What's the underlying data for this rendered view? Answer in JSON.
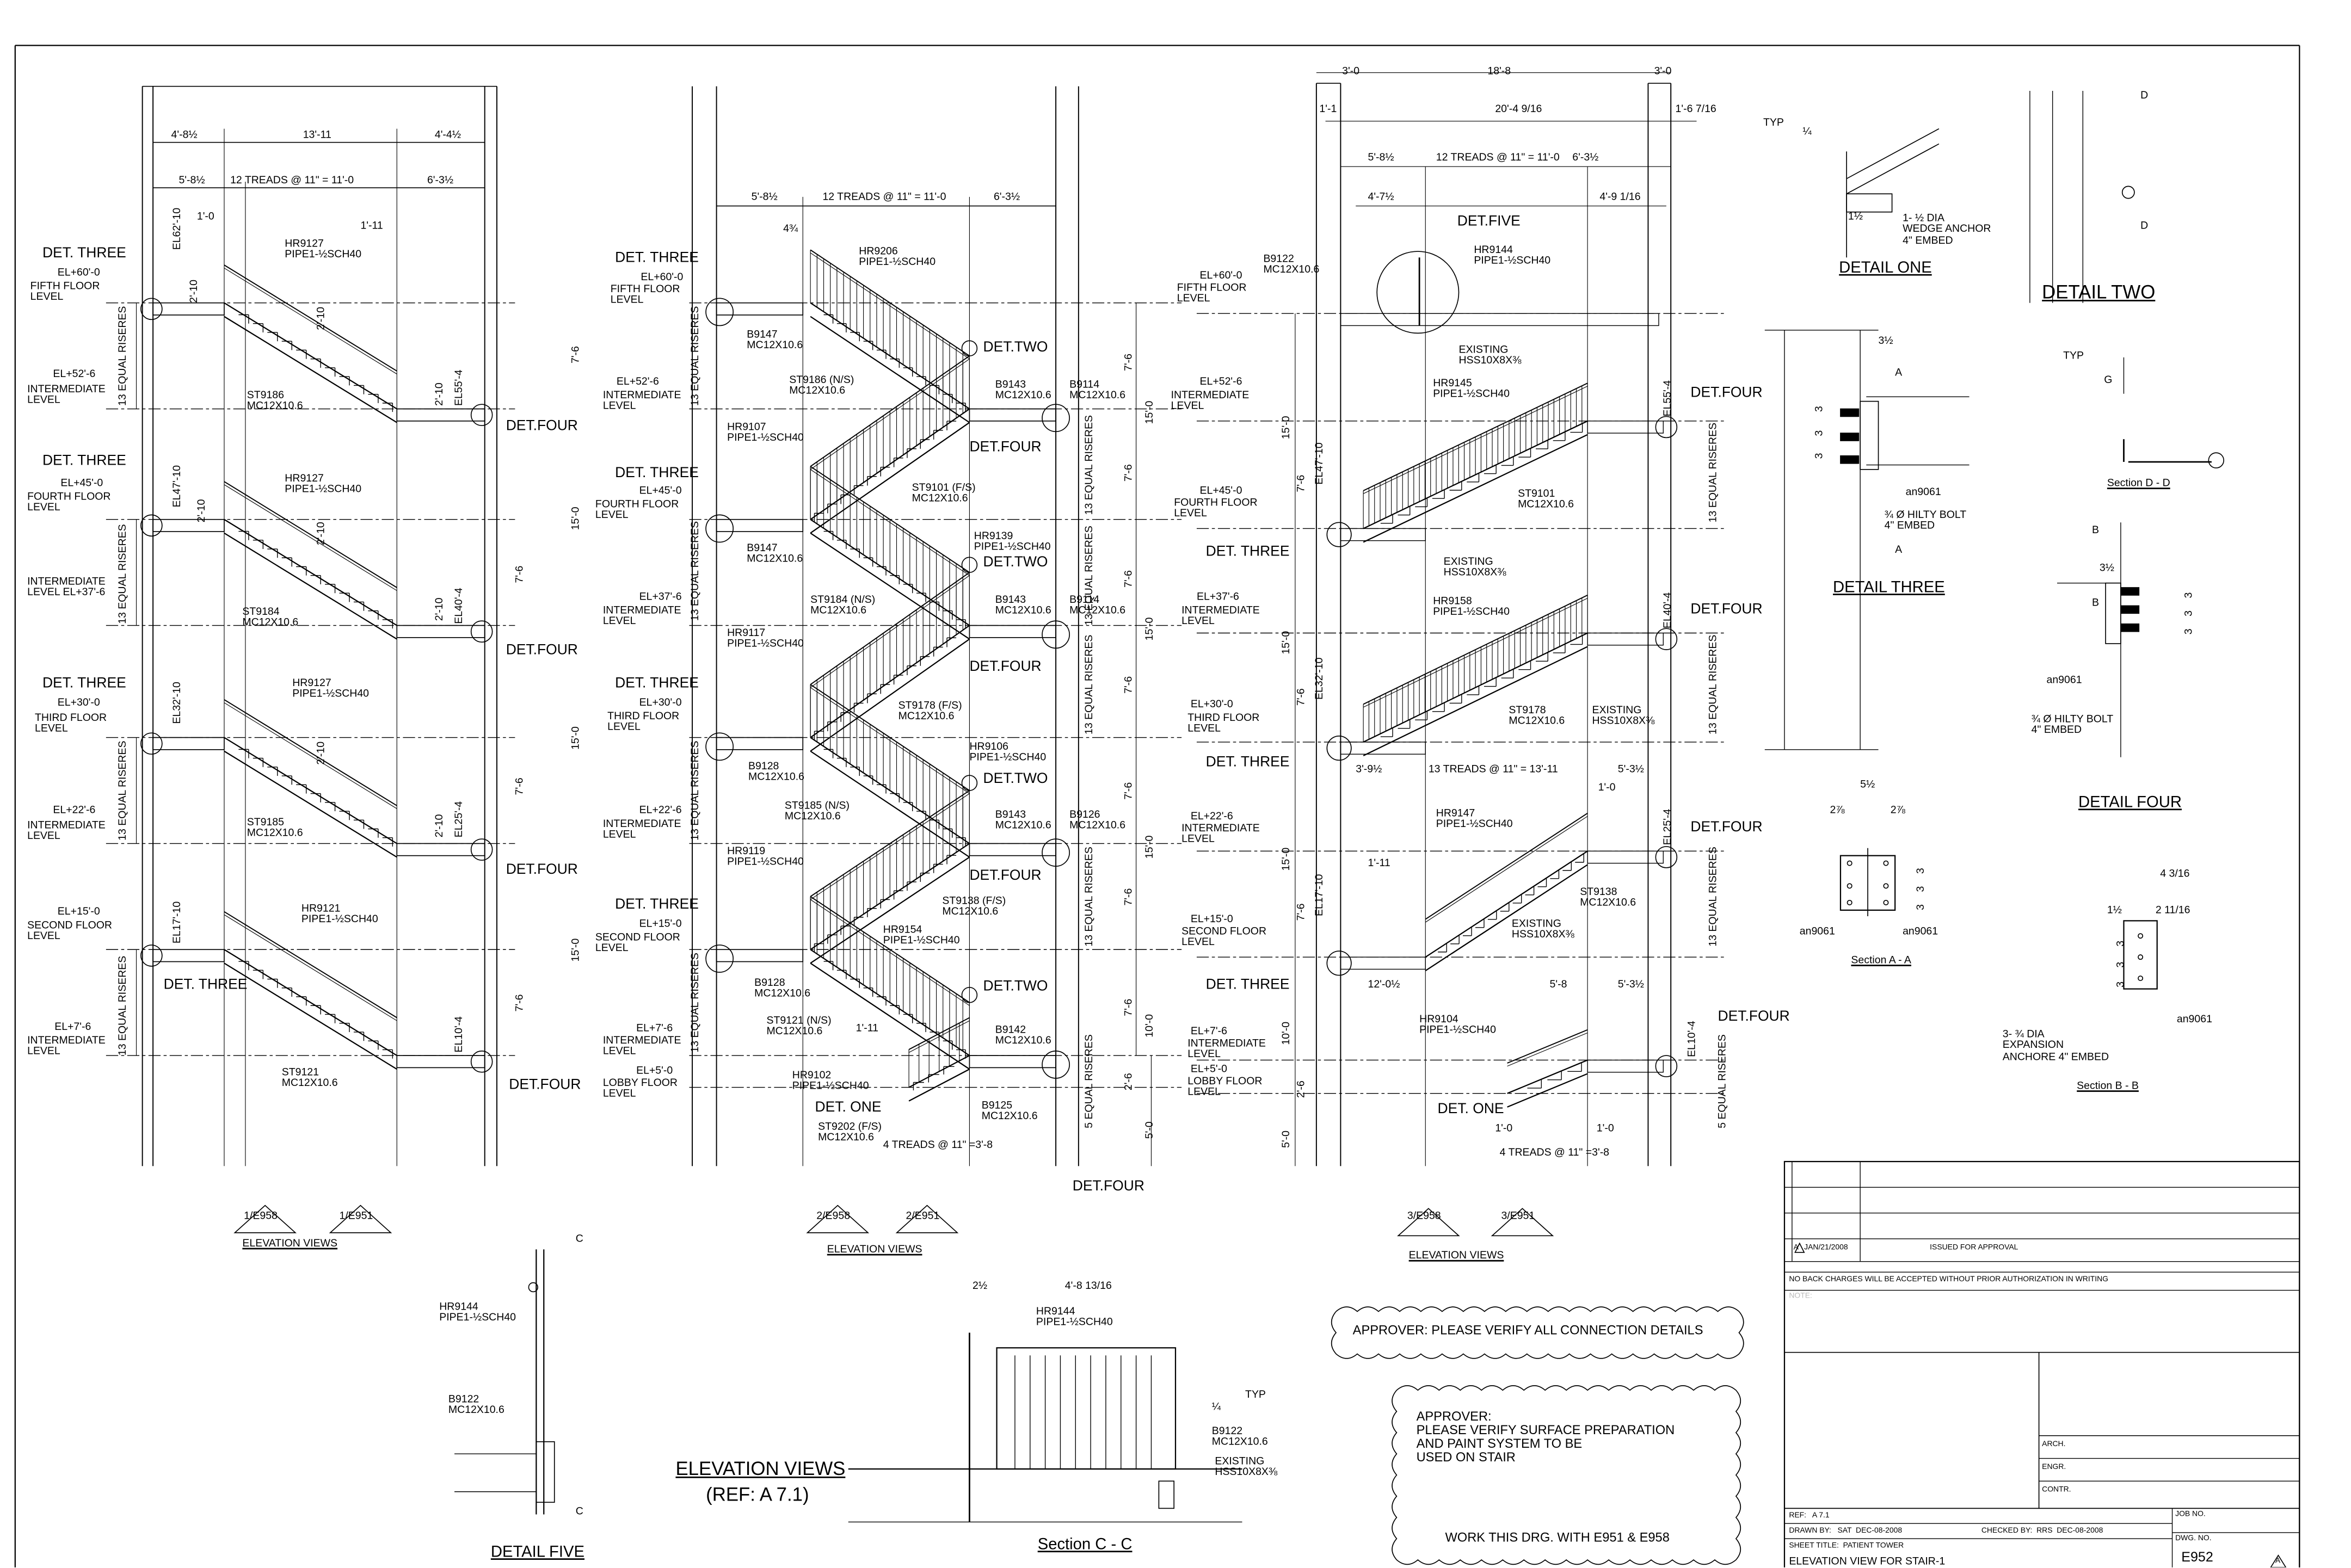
{
  "left_elevation": {
    "title": "ELEVATION VIEWS",
    "refs": [
      "1/E958",
      "1/E951"
    ],
    "labels": [
      "4'-8½",
      "13'-11",
      "4'-4½",
      "5'-8½",
      "12 TREADS @ 11\" = 11'-0",
      "6'-3½",
      "1'-0",
      "1'-11",
      "EL+60'-0",
      "FIFTH FLOOR\nLEVEL",
      "EL+52'-6",
      "INTERMEDIATE\nLEVEL",
      "EL+45'-0",
      "FOURTH FLOOR\nLEVEL",
      "INTERMEDIATE\nLEVEL EL+37'-6",
      "EL+30'-0",
      "THIRD FLOOR\nLEVEL",
      "EL+22'-6",
      "INTERMEDIATE\nLEVEL",
      "EL+15'-0",
      "SECOND FLOOR\nLEVEL",
      "EL+7'-6",
      "INTERMEDIATE\nLEVEL",
      "DET. THREE",
      "DET. THREE",
      "DET. THREE",
      "DET. THREE",
      "DET.FOUR",
      "DET.FOUR",
      "DET.FOUR",
      "DET.FOUR",
      "HR9127\nPIPE1-½SCH40",
      "HR9127\nPIPE1-½SCH40",
      "HR9127\nPIPE1-½SCH40",
      "HR9121\nPIPE1-½SCH40",
      "ST9186\nMC12X10.6",
      "ST9184\nMC12X10.6",
      "ST9185\nMC12X10.6",
      "ST9121\nMC12X10.6",
      "EL62'-10",
      "EL55'-4",
      "EL47'-10",
      "EL40'-4",
      "EL32'-10",
      "EL25'-4",
      "EL17'-10",
      "EL10'-4",
      "13 EQUAL RISERES",
      "13 EQUAL RISERES",
      "13 EQUAL RISERES",
      "13 EQUAL RISERES",
      "7'-6",
      "15'-0",
      "7'-6",
      "15'-0",
      "7'-6",
      "15'-0",
      "7'-6",
      "2'-10",
      "2'-10",
      "2'-10",
      "2'-10",
      "2'-10",
      "2'-10",
      "2'-10",
      "2'-10"
    ]
  },
  "middle_elevation": {
    "title": "ELEVATION VIEWS",
    "refs": [
      "2/E958",
      "2/E951"
    ],
    "labels": [
      "5'-8½",
      "12 TREADS @ 11\" = 11'-0",
      "6'-3½",
      "4¾",
      "EL+60'-0",
      "FIFTH FLOOR\nLEVEL",
      "EL+52'-6",
      "INTERMEDIATE\nLEVEL",
      "EL+45'-0",
      "FOURTH FLOOR\nLEVEL",
      "EL+37'-6",
      "INTERMEDIATE\nLEVEL",
      "EL+30'-0",
      "THIRD FLOOR\nLEVEL",
      "EL+22'-6",
      "INTERMEDIATE\nLEVEL",
      "EL+15'-0",
      "SECOND FLOOR\nLEVEL",
      "EL+7'-6",
      "INTERMEDIATE\nLEVEL",
      "EL+5'-0",
      "LOBBY FLOOR\nLEVEL",
      "DET. THREE",
      "DET. THREE",
      "DET. THREE",
      "DET. THREE",
      "DET.TWO",
      "DET.TWO",
      "DET.TWO",
      "DET.TWO",
      "DET.FOUR",
      "DET.FOUR",
      "DET.FOUR",
      "DET.FOUR",
      "DET. ONE",
      "B9147\nMC12X10.6",
      "B9147\nMC12X10.6",
      "B9128\nMC12X10.6",
      "B9128\nMC12X10.6",
      "B9143\nMC12X10.6",
      "B9143\nMC12X10.6",
      "B9143\nMC12X10.6",
      "B9142\nMC12X10.6",
      "B9114\nMC12X10.6",
      "B9114\nMC12X10.6",
      "B9126\nMC12X10.6",
      "B9125\nMC12X10.6",
      "HR9206\nPIPE1-½SCH40",
      "HR9107\nPIPE1-½SCH40",
      "HR9139\nPIPE1-½SCH40",
      "HR9117\nPIPE1-½SCH40",
      "HR9106\nPIPE1-½SCH40",
      "HR9119\nPIPE1-½SCH40",
      "HR9154\nPIPE1-½SCH40",
      "HR9102\nPIPE1-½SCH40",
      "ST9186 (N/S)\nMC12X10.6",
      "ST9101 (F/S)\nMC12X10.6",
      "ST9184 (N/S)\nMC12X10.6",
      "ST9178 (F/S)\nMC12X10.6",
      "ST9185 (N/S)\nMC12X10.6",
      "ST9138 (F/S)\nMC12X10.6",
      "ST9121 (N/S)\nMC12X10.6",
      "ST9202 (F/S)\nMC12X10.6",
      "1'-11",
      "4 TREADS @ 11\" =3'-8",
      "13 EQUAL RISERES",
      "13 EQUAL RISERES",
      "13 EQUAL RISERES",
      "13 EQUAL RISERES",
      "13 EQUAL RISERES",
      "13 EQUAL RISERES",
      "13 EQUAL RISERES",
      "13 EQUAL RISERES",
      "5 EQUAL RISERES",
      "7'-6",
      "15'-0",
      "7'-6",
      "7'-6",
      "15'-0",
      "7'-6",
      "7'-6",
      "15'-0",
      "7'-6",
      "7'-6",
      "10'-0",
      "2'-6",
      "5'-0"
    ]
  },
  "right_elevation": {
    "title": "ELEVATION VIEWS",
    "refs": [
      "3/E958",
      "3/E951"
    ],
    "labels": [
      "3'-0",
      "18'-8",
      "3'-0",
      "1'-1",
      "20'-4 9/16",
      "1'-6 7/16",
      "5'-8½",
      "12 TREADS @ 11\" = 11'-0",
      "6'-3½",
      "4'-7½",
      "4'-9 1/16",
      "DET.FIVE",
      "HR9144\nPIPE1-½SCH40",
      "B9122\nMC12X10.6",
      "EXISTING\nHSS10X8X⅜",
      "HR9145\nPIPE1-½SCH40",
      "DET.FOUR",
      "DET.FOUR",
      "DET.FOUR",
      "DET.FOUR",
      "ST9101\nMC12X10.6",
      "DET. THREE",
      "DET. THREE",
      "DET. THREE",
      "EXISTING\nHSS10X8X⅜",
      "HR9158\nPIPE1-½SCH40",
      "ST9178\nMC12X10.6",
      "EXISTING\nHSS10X8X⅜",
      "3'-9½",
      "13 TREADS @ 11\" = 13'-11",
      "5'-3½",
      "1'-0",
      "HR9147\nPIPE1-½SCH40",
      "1'-11",
      "ST9138\nMC12X10.6",
      "EXISTING\nHSS10X8X⅜",
      "12'-0½",
      "5'-8",
      "5'-3½",
      "HR9104\nPIPE1-½SCH40",
      "DET. ONE",
      "1'-0",
      "1'-0",
      "4 TREADS @ 11\" =3'-8",
      "EL+60'-0",
      "FIFTH FLOOR\nLEVEL",
      "EL+52'-6",
      "INTERMEDIATE\nLEVEL",
      "EL+45'-0",
      "FOURTH FLOOR\nLEVEL",
      "EL+37'-6",
      "INTERMEDIATE\nLEVEL",
      "EL+30'-0",
      "THIRD FLOOR\nLEVEL",
      "EL+22'-6",
      "INTERMEDIATE\nLEVEL",
      "EL+15'-0",
      "SECOND FLOOR\nLEVEL",
      "EL+7'-6",
      "INTERMEDIATE\nLEVEL",
      "EL+5'-0",
      "LOBBY FLOOR\nLEVEL",
      "EL55'-4",
      "EL47'-10",
      "EL40'-4",
      "EL32'-10",
      "EL25'-4",
      "EL17'-10",
      "EL10'-4",
      "13 EQUAL RISERES",
      "13 EQUAL RISERES",
      "13 EQUAL RISERES",
      "5 EQUAL RISERES",
      "15'-0",
      "7'-6",
      "15'-0",
      "7'-6",
      "15'-0",
      "7'-6",
      "10'-0",
      "2'-6",
      "5'-0"
    ]
  },
  "details": {
    "labels": [
      "TYP",
      "¼",
      "1½",
      "1- ½ DIA\nWEDGE ANCHOR\n4\" EMBED",
      "DETAIL ONE",
      "D",
      "D",
      "DETAIL TWO",
      "3½",
      "A",
      "A",
      "3",
      "3",
      "3",
      "an9061",
      "¾ Ø HILTY BOLT\n4\" EMBED",
      "DETAIL THREE",
      "TYP",
      "G",
      "Section D - D",
      "B",
      "B",
      "3½",
      "3",
      "3",
      "3",
      "an9061",
      "¾ Ø HILTY BOLT\n4\" EMBED",
      "DETAIL FOUR",
      "5½",
      "2⅞",
      "2⅞",
      "3",
      "3",
      "3",
      "an9061",
      "an9061",
      "Section A - A",
      "4 3/16",
      "1½",
      "2 11/16",
      "3",
      "3",
      "3",
      "an9061",
      "3- ¾ DIA\nEXPANSION\nANCHORE 4\" EMBED",
      "Section B - B"
    ]
  },
  "bottom": {
    "labels": [
      "HR9144\nPIPE1-½SCH40",
      "B9122\nMC12X10.6",
      "C",
      "C",
      "DETAIL FIVE",
      "ELEVATION VIEWS",
      "(REF: A 7.1)",
      "2½",
      "4'-8 13/16",
      "HR9144\nPIPE1-½SCH40",
      "TYP",
      "¼",
      "B9122\nMC12X10.6",
      "EXISTING\nHSS10X8X⅜",
      "Section C - C"
    ]
  },
  "notes": {
    "connection": "APPROVER: PLEASE VERIFY ALL CONNECTION DETAILS",
    "surface": "APPROVER:\nPLEASE VERIFY SURFACE PREPARATION\nAND PAINT SYSTEM TO BE\nUSED ON STAIR",
    "work_with": "WORK THIS DRG. WITH E951 & E958"
  },
  "title_block": {
    "revision_mark": "A",
    "revision_date": "JAN/21/2008",
    "revision_desc": "ISSUED FOR APPROVAL",
    "back_charges": "NO BACK CHARGES WILL BE ACCEPTED WITHOUT PRIOR AUTHORIZATION IN WRITING",
    "note_label": "NOTE:",
    "arch": "ARCH.",
    "engr": "ENGR.",
    "contr": "CONTR.",
    "ref": "REF:   A 7.1",
    "drawn_by": "DRAWN BY:   SAT  DEC-08-2008",
    "checked_by": "CHECKED BY:  RRS  DEC-08-2008",
    "sheet_title": "SHEET TITLE:  PATIENT TOWER",
    "drawing_title": "ELEVATION VIEW FOR STAIR-1",
    "job_no_label": "JOB NO.",
    "dwg_no_label": "DWG. NO.",
    "dwg_no": "E952",
    "rev": "A"
  }
}
